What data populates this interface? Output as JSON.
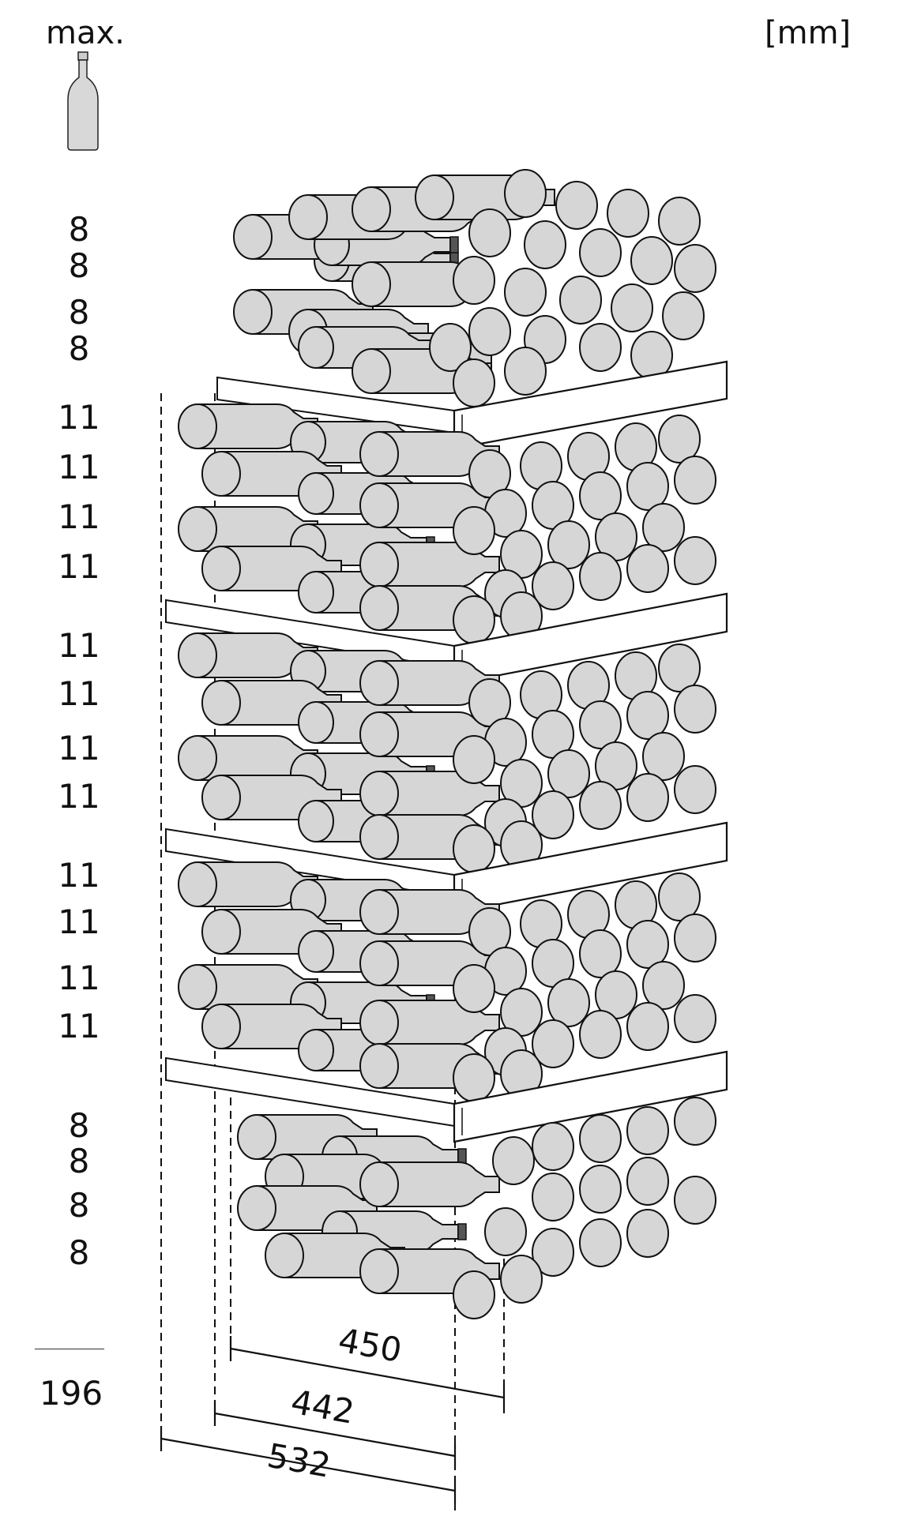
{
  "header": {
    "max_label": "max.",
    "unit_label": "[mm]",
    "bottle_icon": "wine-bottle-icon"
  },
  "shelf_counts": [
    8,
    8,
    8,
    8,
    11,
    11,
    11,
    11,
    11,
    11,
    11,
    11,
    11,
    11,
    11,
    11,
    8,
    8,
    8,
    8
  ],
  "total": "196",
  "dimensions": {
    "d450": "450",
    "d442": "442",
    "d532": "532"
  },
  "colors": {
    "bottle_fill": "#d6d6d6",
    "line": "#111111"
  }
}
